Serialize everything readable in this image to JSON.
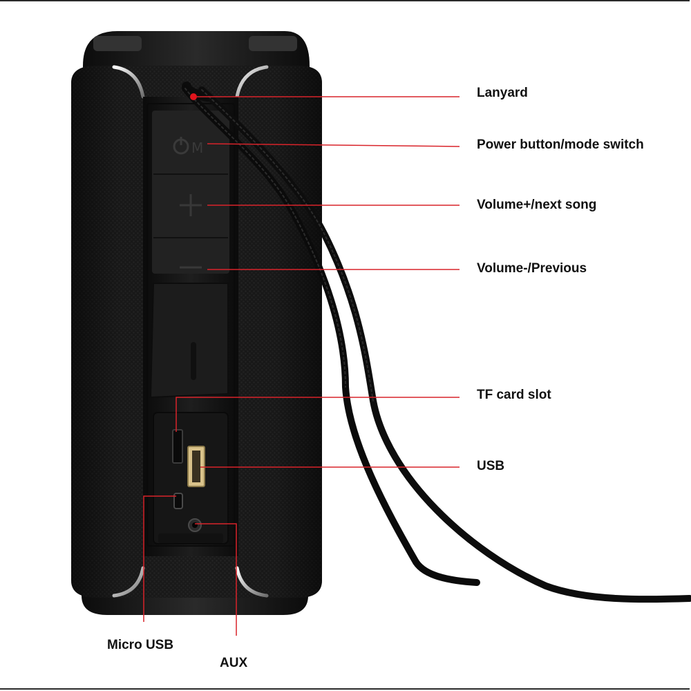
{
  "product": "speaker",
  "colors": {
    "callout_line": "#d9232a",
    "callout_dot": "#e0141c",
    "body": "#141414",
    "fabric": "#1c1c1c",
    "label_text": "#111111"
  },
  "callouts": {
    "lanyard": "Lanyard",
    "power": "Power button/mode switch",
    "volume_up": "Volume+/next song",
    "volume_down": "Volume-/Previous",
    "tf_card": "TF card slot",
    "usb": "USB",
    "micro_usb": "Micro USB",
    "aux": "AUX"
  },
  "icons": {
    "power_mode": "power-mode-symbol",
    "plus": "plus-symbol",
    "minus": "minus-symbol"
  }
}
